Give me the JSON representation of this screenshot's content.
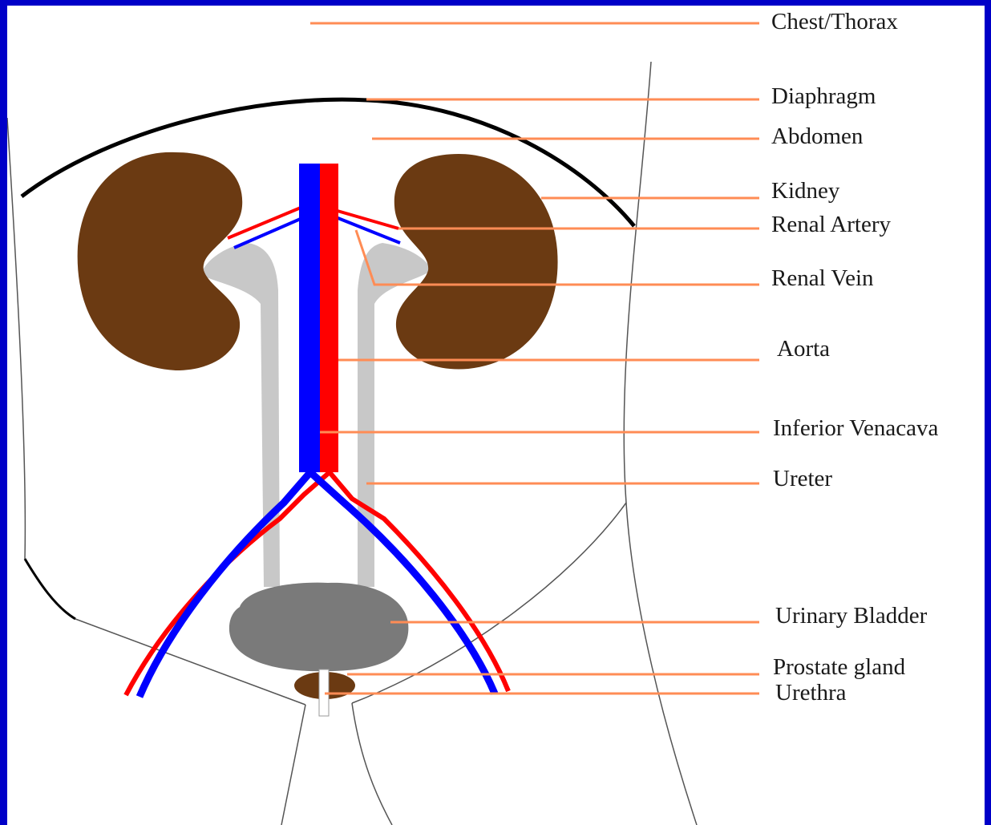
{
  "colors": {
    "border": "#0000c8",
    "background": "#ffffff",
    "kidney": "#6b3a12",
    "artery": "#ff0000",
    "vein": "#0000ff",
    "ureter": "#c8c8c8",
    "bladder": "#7a7a7a",
    "prostate": "#6b3a12",
    "leader": "#ff8c55",
    "outline": "#000000"
  },
  "labels": {
    "chest": "Chest/Thorax",
    "diaphragm": "Diaphragm",
    "abdomen": "Abdomen",
    "kidney": "Kidney",
    "renal_artery": "Renal Artery",
    "renal_vein": "Renal Vein",
    "aorta": "Aorta",
    "ivc": "Inferior Venacava",
    "ureter": "Ureter",
    "bladder": "Urinary Bladder",
    "prostate": "Prostate gland",
    "urethra": "Urethra"
  }
}
